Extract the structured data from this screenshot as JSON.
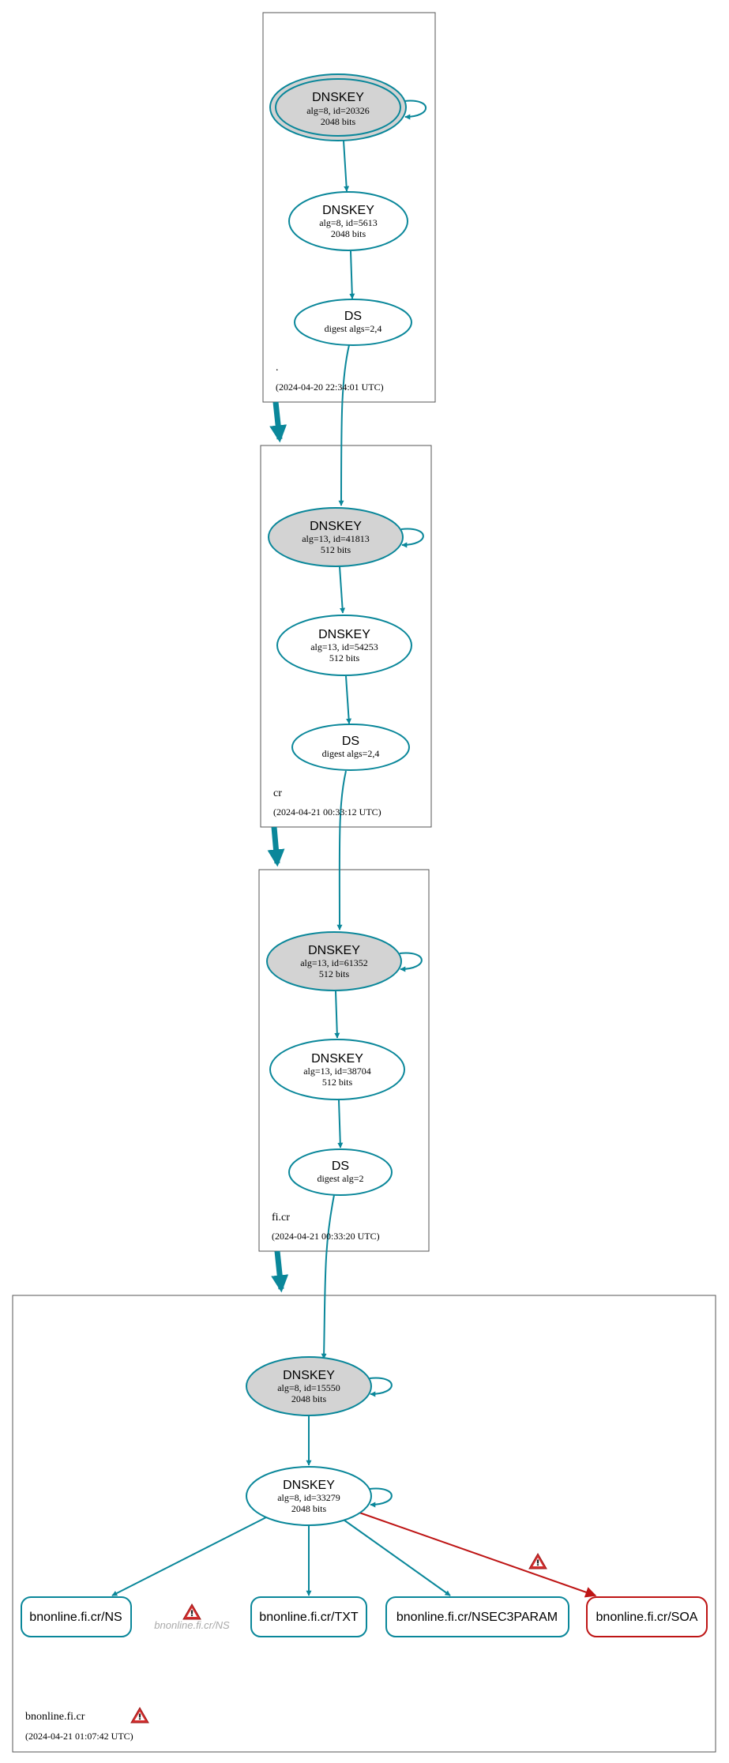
{
  "colors": {
    "edge": "#0a879a",
    "error": "#be1515",
    "ksk_fill": "#d3d3d3",
    "zone_border": "#555555",
    "muted_text": "#a9a9a9"
  },
  "zones": {
    "root": {
      "name": ".",
      "timestamp": "(2024-04-20 22:34:01 UTC)",
      "ksk": {
        "title": "DNSKEY",
        "line1": "alg=8, id=20326",
        "line2": "2048 bits"
      },
      "zsk": {
        "title": "DNSKEY",
        "line1": "alg=8, id=5613",
        "line2": "2048 bits"
      },
      "ds": {
        "title": "DS",
        "line1": "digest algs=2,4"
      }
    },
    "cr": {
      "name": "cr",
      "timestamp": "(2024-04-21 00:33:12 UTC)",
      "ksk": {
        "title": "DNSKEY",
        "line1": "alg=13, id=41813",
        "line2": "512 bits"
      },
      "zsk": {
        "title": "DNSKEY",
        "line1": "alg=13, id=54253",
        "line2": "512 bits"
      },
      "ds": {
        "title": "DS",
        "line1": "digest algs=2,4"
      }
    },
    "ficr": {
      "name": "fi.cr",
      "timestamp": "(2024-04-21 00:33:20 UTC)",
      "ksk": {
        "title": "DNSKEY",
        "line1": "alg=13, id=61352",
        "line2": "512 bits"
      },
      "zsk": {
        "title": "DNSKEY",
        "line1": "alg=13, id=38704",
        "line2": "512 bits"
      },
      "ds": {
        "title": "DS",
        "line1": "digest alg=2"
      }
    },
    "bnonline": {
      "name": "bnonline.fi.cr",
      "timestamp": "(2024-04-21 01:07:42 UTC)",
      "ksk": {
        "title": "DNSKEY",
        "line1": "alg=8, id=15550",
        "line2": "2048 bits"
      },
      "zsk": {
        "title": "DNSKEY",
        "line1": "alg=8, id=33279",
        "line2": "2048 bits"
      },
      "records": {
        "ns": "bnonline.fi.cr/NS",
        "ns_ghost": "bnonline.fi.cr/NS",
        "txt": "bnonline.fi.cr/TXT",
        "nsec3param": "bnonline.fi.cr/NSEC3PARAM",
        "soa": "bnonline.fi.cr/SOA"
      }
    }
  },
  "icons": {
    "warning": "warning-triangle-icon"
  }
}
